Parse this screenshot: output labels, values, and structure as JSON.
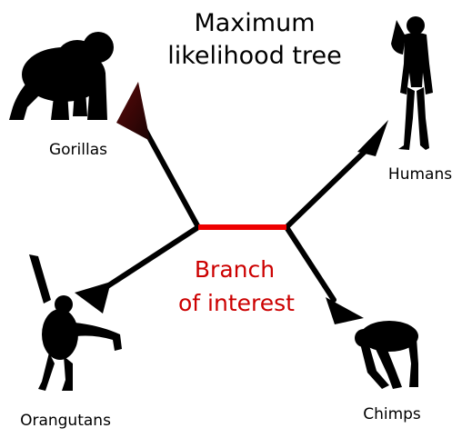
{
  "title": {
    "line1": "Maximum",
    "line2": "likelihood tree"
  },
  "highlight": {
    "line1": "Branch",
    "line2": "of interest"
  },
  "taxa": {
    "gorillas": "Gorillas",
    "humans": "Humans",
    "orangutans": "Orangutans",
    "chimps": "Chimps"
  },
  "colors": {
    "branch": "#000000",
    "highlight_branch": "#ee0000",
    "highlight_text": "#cc0000",
    "gorilla_clade": "#3a0606"
  }
}
